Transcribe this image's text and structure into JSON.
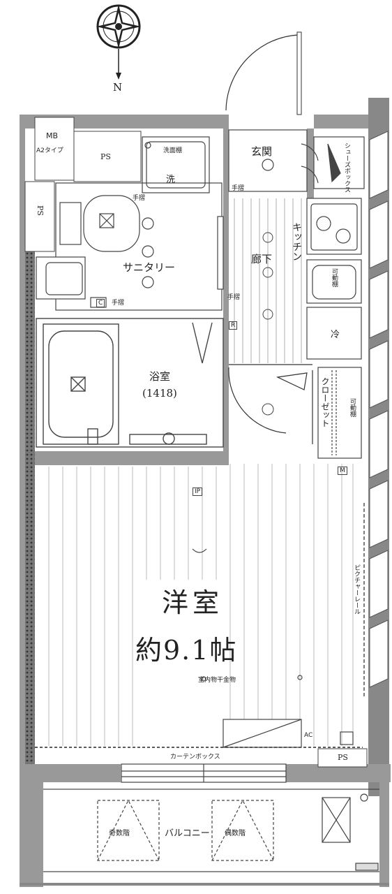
{
  "compass": {
    "north_label": "N"
  },
  "rooms": {
    "entrance": "玄関",
    "corridor": "廊下",
    "kitchen": "キッチン",
    "sanitary": "サニタリー",
    "bath": "浴室",
    "bath_size": "(1418)",
    "western_room": "洋室",
    "western_size": "約9.1帖",
    "closet": "クローゼット",
    "balcony": "バルコニー",
    "shoes_box": "シューズボックス"
  },
  "equipment": {
    "mb": "MB",
    "mb_type": "A2タイプ",
    "ps_top": "PS",
    "ps_left": "PS",
    "ps_bottom": "PS",
    "wash": "洗",
    "fridge": "冷",
    "shelf_1": "洗面棚",
    "shelf_2": "可動棚",
    "shelf_3": "可動棚",
    "handrail_1": "手摺",
    "handrail_2": "手摺",
    "handrail_3": "手摺",
    "handrail_4": "手摺",
    "picture_rail": "ピクチャーレール",
    "indoor_dryer": "室内物干金物",
    "curtain_box": "カーテンボックス",
    "balcony_dryer_left": "奇数階",
    "balcony_dryer_right": "偶数階",
    "mark_c": "C",
    "mark_r": "R",
    "mark_m": "M",
    "mark_ip": "IP",
    "mark_ac": "AC"
  }
}
